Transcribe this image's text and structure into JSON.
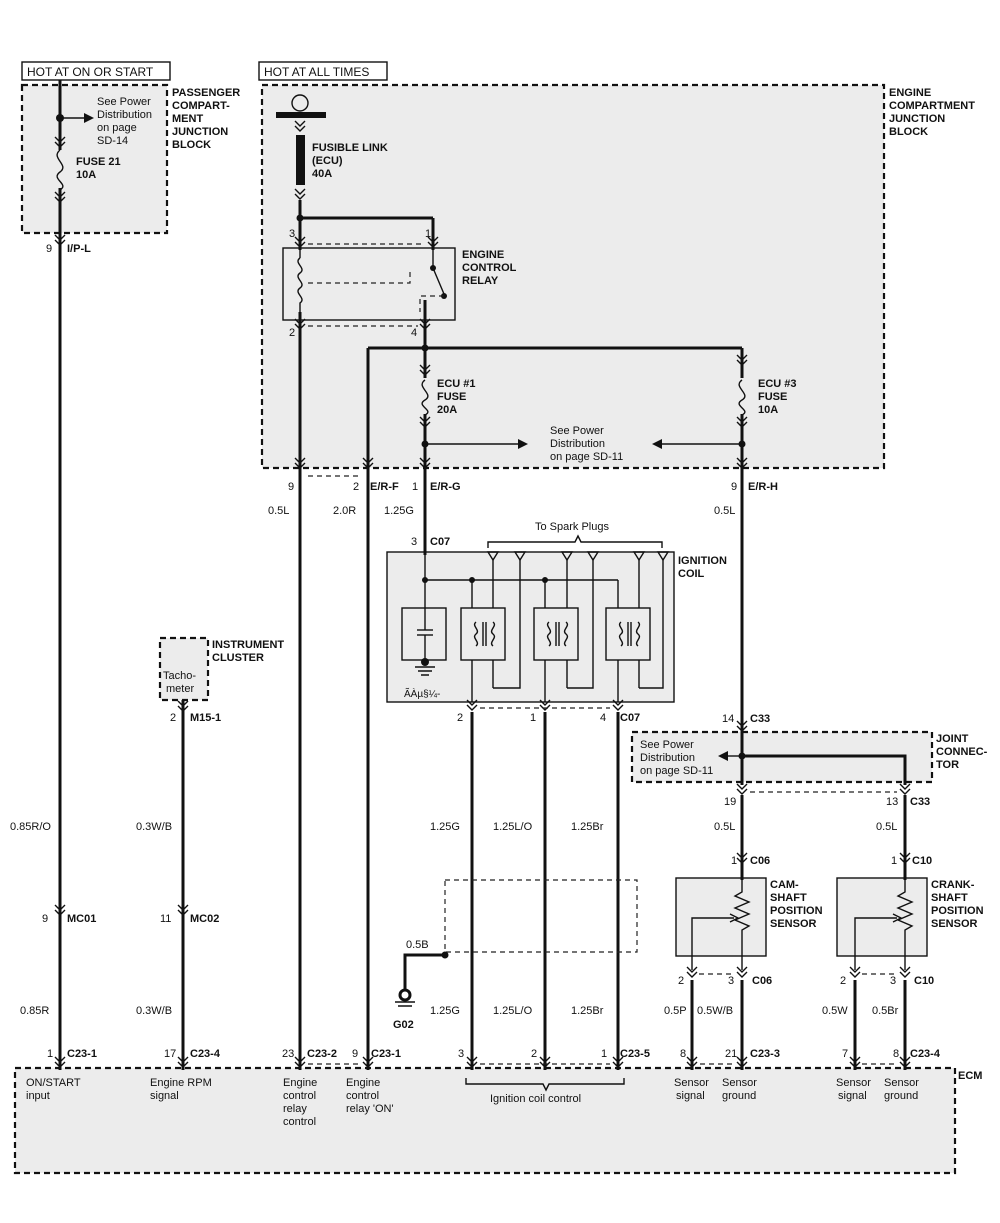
{
  "power": {
    "hot_on_start": "HOT AT ON OR START",
    "hot_all_times": "HOT AT ALL TIMES"
  },
  "passenger_block": {
    "name": [
      "PASSENGER",
      "COMPART-",
      "MENT",
      "JUNCTION",
      "BLOCK"
    ],
    "see_power": [
      "See Power",
      "Distribution",
      "on page",
      "SD-14"
    ],
    "fuse": [
      "FUSE 21",
      "10A"
    ],
    "pin": "9",
    "connector": "I/P-L"
  },
  "engine_block": {
    "name": [
      "ENGINE",
      "COMPARTMENT",
      "JUNCTION",
      "BLOCK"
    ],
    "fusible_link": [
      "FUSIBLE LINK",
      "(ECU)",
      "40A"
    ],
    "relay": [
      "ENGINE",
      "CONTROL",
      "RELAY"
    ],
    "relay_pins": [
      "3",
      "1",
      "2",
      "4"
    ],
    "ecu1_fuse": [
      "ECU #1",
      "FUSE",
      "20A"
    ],
    "ecu3_fuse": [
      "ECU #3",
      "FUSE",
      "10A"
    ],
    "see_power": [
      "See Power",
      "Distribution",
      "on page SD-11"
    ],
    "pins": [
      {
        "pin": "9",
        "connector": ""
      },
      {
        "pin": "2",
        "connector": "E/R-F"
      },
      {
        "pin": "1",
        "connector": "E/R-G"
      },
      {
        "pin": "9",
        "connector": "E/R-H"
      }
    ]
  },
  "wires": {
    "w_9_05L": "0.5L",
    "w_2_20R": "2.0R",
    "w_1_125G": "1.25G",
    "w_9_05L_b": "0.5L",
    "w_085RO": "0.85R/O",
    "w_03WB": "0.3W/B",
    "w_085R": "0.85R",
    "w_03WB_b": "0.3W/B",
    "coil_125G": "1.25G",
    "coil_125LO": "1.25L/O",
    "coil_125Br": "1.25Br",
    "coil_125G_b": "1.25G",
    "coil_125LO_b": "1.25L/O",
    "coil_125Br_b": "1.25Br",
    "shield_05B": "0.5B",
    "cam_05L": "0.5L",
    "crank_05L": "0.5L",
    "cam_05P": "0.5P",
    "cam_05WB": "0.5W/B",
    "crank_05W": "0.5W",
    "crank_05Br": "0.5Br"
  },
  "ignition_coil": {
    "name": [
      "IGNITION",
      "COIL"
    ],
    "to_spark_plugs": "To Spark Plugs",
    "top_pin": "3",
    "top_connector": "C07",
    "bottom_pins": [
      "2",
      "1",
      "4"
    ],
    "bottom_connector": "C07",
    "garbled_label": "ÃÀµ§¼-"
  },
  "instrument_cluster": {
    "name": [
      "INSTRUMENT",
      "CLUSTER"
    ],
    "tacho": [
      "Tacho-",
      "meter"
    ],
    "pin": "2",
    "connector": "M15-1"
  },
  "joint_connector": {
    "name": [
      "JOINT",
      "CONNEC-",
      "TOR"
    ],
    "see_power": [
      "See Power",
      "Distribution",
      "on page SD-11"
    ],
    "top_pin": "14",
    "top_connector": "C33",
    "left_pin": "19",
    "right_pin": "13",
    "right_connector": "C33"
  },
  "inline": {
    "mc01_pin": "9",
    "mc01": "MC01",
    "mc02_pin": "11",
    "mc02": "MC02"
  },
  "ground": {
    "name": "G02"
  },
  "cam_sensor": {
    "name": [
      "CAM-",
      "SHAFT",
      "POSITION",
      "SENSOR"
    ],
    "top_pin": "1",
    "top_connector": "C06",
    "pin_a": "2",
    "pin_b": "3",
    "bottom_connector": "C06"
  },
  "crank_sensor": {
    "name": [
      "CRANK-",
      "SHAFT",
      "POSITION",
      "SENSOR"
    ],
    "top_pin": "1",
    "top_connector": "C10",
    "pin_a": "2",
    "pin_b": "3",
    "bottom_connector": "C10"
  },
  "ecm": {
    "name": "ECM",
    "pins": [
      {
        "pin": "1",
        "connector": "C23-1"
      },
      {
        "pin": "17",
        "connector": "C23-4"
      },
      {
        "pin": "23",
        "connector": "C23-2"
      },
      {
        "pin": "9",
        "connector": "C23-1"
      },
      {
        "pin": "3",
        "connector": ""
      },
      {
        "pin": "2",
        "connector": ""
      },
      {
        "pin": "1",
        "connector": "C23-5"
      },
      {
        "pin": "8",
        "connector": ""
      },
      {
        "pin": "21",
        "connector": "C23-3"
      },
      {
        "pin": "7",
        "connector": ""
      },
      {
        "pin": "8",
        "connector": "C23-4"
      }
    ],
    "labels": {
      "on_start": [
        "ON/START",
        "input"
      ],
      "rpm": [
        "Engine RPM",
        "signal"
      ],
      "relay_ctrl": [
        "Engine",
        "control",
        "relay",
        "control"
      ],
      "relay_on": [
        "Engine",
        "control",
        "relay 'ON'"
      ],
      "ign_ctrl": "Ignition coil control",
      "cam_signal": [
        "Sensor",
        "signal"
      ],
      "cam_ground": [
        "Sensor",
        "ground"
      ],
      "crank_signal": [
        "Sensor",
        "signal"
      ],
      "crank_ground": [
        "Sensor",
        "ground"
      ]
    }
  }
}
